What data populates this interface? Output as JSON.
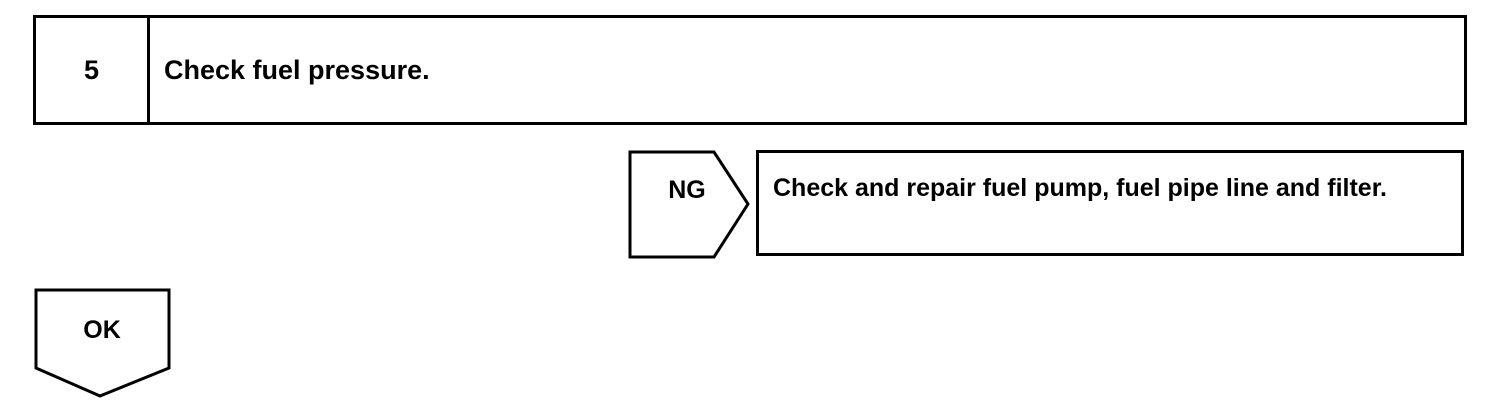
{
  "step": {
    "number": "5",
    "title": "Check fuel pressure."
  },
  "ng_branch": {
    "label": "NG",
    "action": "Check and repair fuel pump, fuel pipe line and filter."
  },
  "ok_branch": {
    "label": "OK"
  }
}
